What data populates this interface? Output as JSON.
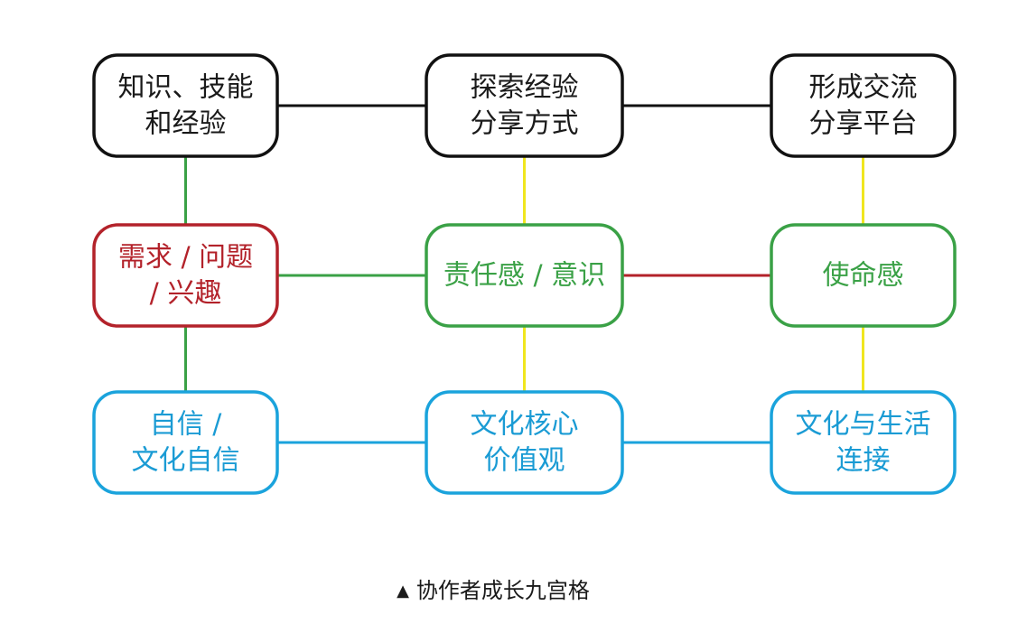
{
  "colors": {
    "black": "#111111",
    "red": "#b3222a",
    "green": "#3aa146",
    "blue": "#1aa3dc",
    "yellow": "#f0e61e",
    "red_text": "#b3222a",
    "green_text": "#3aa146",
    "blue_text": "#1a9bd4",
    "black_text": "#1a1a1a"
  },
  "nodes": [
    {
      "id": "n00",
      "row": 0,
      "col": 0,
      "lines": [
        "知识、技能",
        "和经验"
      ],
      "color": "black"
    },
    {
      "id": "n01",
      "row": 0,
      "col": 1,
      "lines": [
        "探索经验",
        "分享方式"
      ],
      "color": "black"
    },
    {
      "id": "n02",
      "row": 0,
      "col": 2,
      "lines": [
        "形成交流",
        "分享平台"
      ],
      "color": "black"
    },
    {
      "id": "n10",
      "row": 1,
      "col": 0,
      "lines": [
        "需求 / 问题",
        "/ 兴趣"
      ],
      "color": "red"
    },
    {
      "id": "n11",
      "row": 1,
      "col": 1,
      "lines": [
        "责任感 / 意识"
      ],
      "color": "green"
    },
    {
      "id": "n12",
      "row": 1,
      "col": 2,
      "lines": [
        "使命感"
      ],
      "color": "green"
    },
    {
      "id": "n20",
      "row": 2,
      "col": 0,
      "lines": [
        "自信 /",
        "文化自信"
      ],
      "color": "blue"
    },
    {
      "id": "n21",
      "row": 2,
      "col": 1,
      "lines": [
        "文化核心",
        "价值观"
      ],
      "color": "blue"
    },
    {
      "id": "n22",
      "row": 2,
      "col": 2,
      "lines": [
        "文化与生活",
        "连接"
      ],
      "color": "blue"
    }
  ],
  "edges": [
    {
      "from": "n00",
      "to": "n01",
      "color": "black"
    },
    {
      "from": "n01",
      "to": "n02",
      "color": "black"
    },
    {
      "from": "n00",
      "to": "n10",
      "color": "green"
    },
    {
      "from": "n10",
      "to": "n20",
      "color": "green"
    },
    {
      "from": "n10",
      "to": "n11",
      "color": "green"
    },
    {
      "from": "n11",
      "to": "n12",
      "color": "red"
    },
    {
      "from": "n01",
      "to": "n11",
      "color": "yellow"
    },
    {
      "from": "n11",
      "to": "n21",
      "color": "yellow"
    },
    {
      "from": "n02",
      "to": "n12",
      "color": "yellow"
    },
    {
      "from": "n12",
      "to": "n22",
      "color": "yellow"
    },
    {
      "from": "n20",
      "to": "n21",
      "color": "blue"
    },
    {
      "from": "n21",
      "to": "n22",
      "color": "blue"
    }
  ],
  "caption": {
    "marker": "▲",
    "text": "协作者成长九宫格"
  }
}
